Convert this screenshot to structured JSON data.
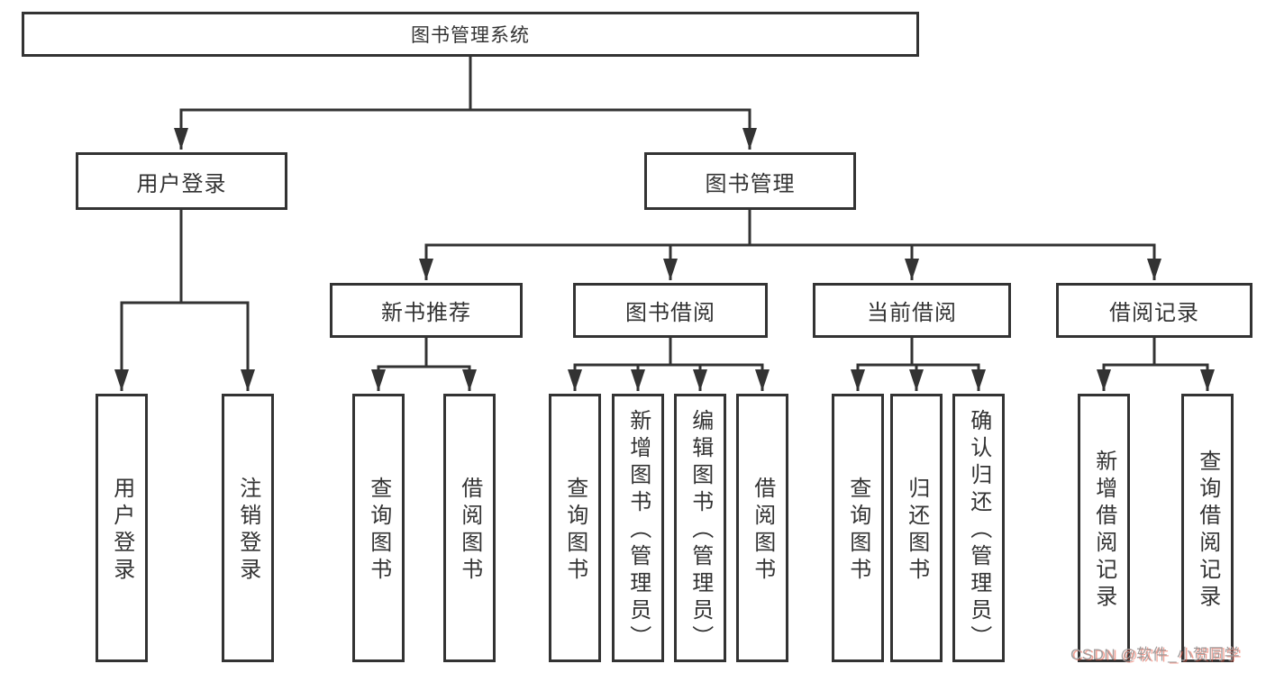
{
  "tree": {
    "label": "图书管理系统",
    "children": [
      {
        "label": "用户登录",
        "children": [
          {
            "label": "用户登录"
          },
          {
            "label": "注销登录"
          }
        ]
      },
      {
        "label": "图书管理",
        "children": [
          {
            "label": "新书推荐",
            "children": [
              {
                "label": "查询图书"
              },
              {
                "label": "借阅图书"
              }
            ]
          },
          {
            "label": "图书借阅",
            "children": [
              {
                "label": "查询图书"
              },
              {
                "label": "新增图书（管理员）"
              },
              {
                "label": "编辑图书（管理员）"
              },
              {
                "label": "借阅图书"
              }
            ]
          },
          {
            "label": "当前借阅",
            "children": [
              {
                "label": "查询图书"
              },
              {
                "label": "归还图书"
              },
              {
                "label": "确认归还（管理员）"
              }
            ]
          },
          {
            "label": "借阅记录",
            "children": [
              {
                "label": "新增借阅记录"
              },
              {
                "label": "查询借阅记录"
              }
            ]
          }
        ]
      }
    ]
  },
  "watermark": {
    "text": "CSDN @软件_小贺同学"
  },
  "colors": {
    "line": "#333333",
    "text": "#333333",
    "background": "#ffffff",
    "watermark_gray": "#a09c9c",
    "watermark_accent": "#e9543e"
  }
}
